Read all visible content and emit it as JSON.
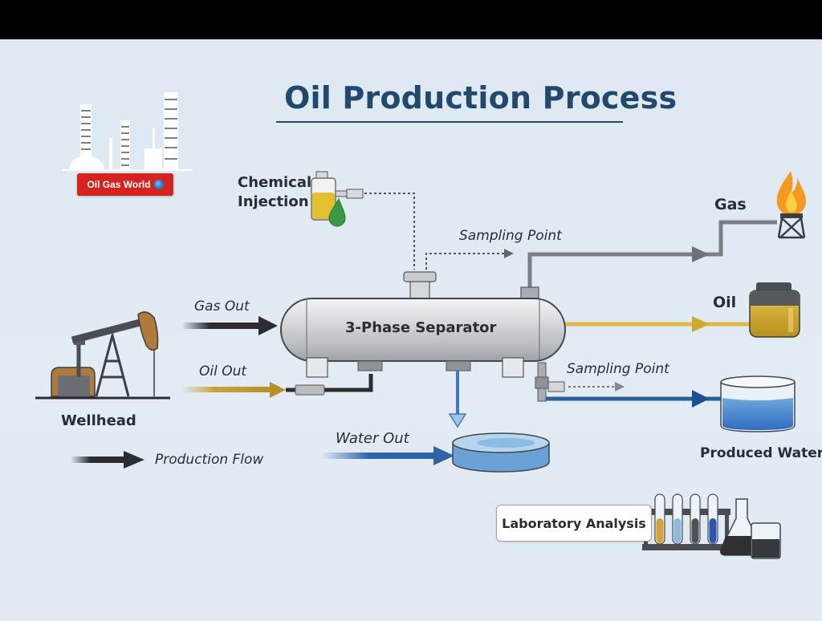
{
  "title": "Oil Production Process",
  "logo": {
    "text": "Oil Gas World",
    "icon": "globe-icon",
    "badge_color": "#d5231f"
  },
  "colors": {
    "title": "#23486d",
    "gas_line": "#7b7f85",
    "oil_line": "#d9b13a",
    "water_line": "#2f64a8",
    "production_flow": "#2b2d31"
  },
  "labels": {
    "chemical_injection": [
      "Chemical",
      "Injection"
    ],
    "sampling_point_top": "Sampling Point",
    "sampling_point_bottom": "Sampling Point",
    "separator": "3-Phase Separator",
    "gas_out": "Gas Out",
    "oil_out": "Oil Out",
    "water_out": "Water Out",
    "wellhead": "Wellhead",
    "legend_production_flow": "Production Flow",
    "gas": "Gas",
    "oil": "Oil",
    "produced_water": "Produced Water",
    "laboratory_analysis": "Laboratory Analysis"
  },
  "lab_samples": [
    "#d7a23c",
    "#8fb9dc",
    "#4d5156",
    "#2e55b0"
  ]
}
